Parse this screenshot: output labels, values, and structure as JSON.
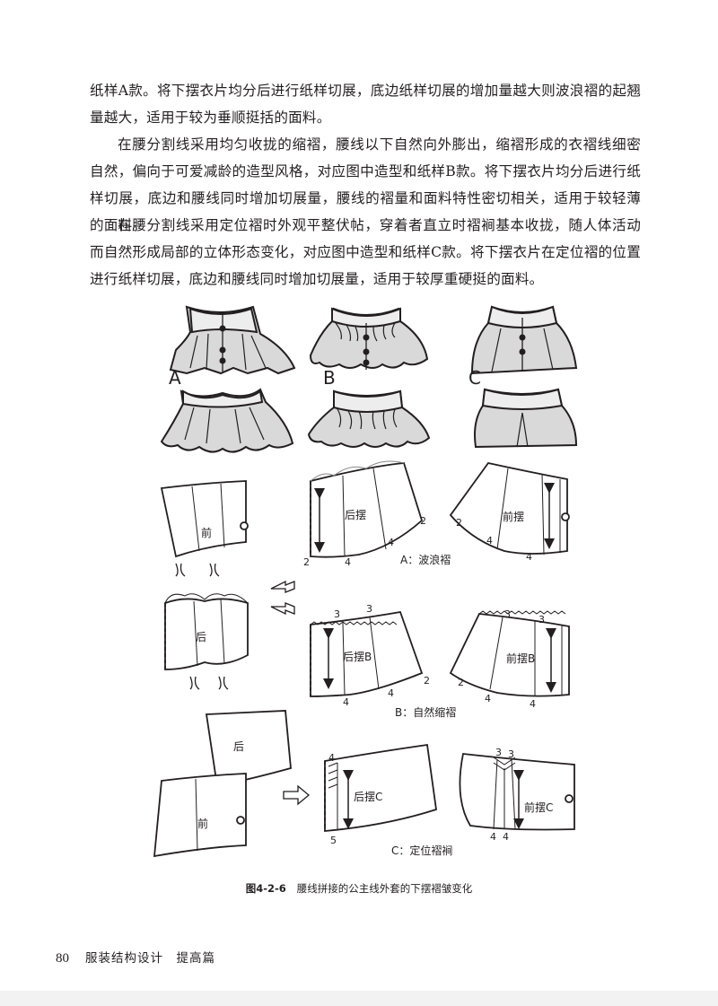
{
  "body": {
    "paragraphs": [
      "纸样A款。将下摆衣片均分后进行纸样切展，底边纸样切展的增加量越大则波浪褶的起翘量越大，适用于较为垂顺挺括的面料。",
      "在腰分割线采用均匀收拢的缩褶，腰线以下自然向外膨出，缩褶形成的衣褶线细密自然，偏向于可爱减龄的造型风格，对应图中造型和纸样B款。将下摆衣片均分后进行纸样切展，底边和腰线同时增加切展量，腰线的褶量和面料特性密切相关，适用于较轻薄的面料。",
      "在腰分割线采用定位褶时外观平整伏帖，穿着者直立时褶裥基本收拢，随人体活动而自然形成局部的立体形态变化，对应图中造型和纸样C款。将下摆衣片在定位褶的位置进行纸样切展，底边和腰线同时增加切展量，适用于较厚重硬挺的面料。"
    ]
  },
  "figure": {
    "style_labels": [
      "A",
      "B",
      "C"
    ],
    "piece_labels": {
      "front": "前",
      "back": "后",
      "back_hem": "后摆",
      "front_hem": "前摆",
      "back_hem_b": "后摆B",
      "front_hem_b": "前摆B",
      "back_hem_c": "后摆C",
      "front_hem_c": "前摆C"
    },
    "row_captions": [
      "A：波浪褶",
      "B：自然缩褶",
      "C：定位褶裥"
    ],
    "measurements": {
      "two": "2",
      "three": "3",
      "four": "4",
      "five": "5"
    }
  },
  "caption": {
    "number": "图4-2-6",
    "text": "腰线拼接的公主线外套的下摆褶皱变化"
  },
  "footer": {
    "page_number": "80",
    "book_title": "服装结构设计　提高篇"
  },
  "colors": {
    "garment_fill": "#d9d9d9",
    "line": "#231f20"
  }
}
